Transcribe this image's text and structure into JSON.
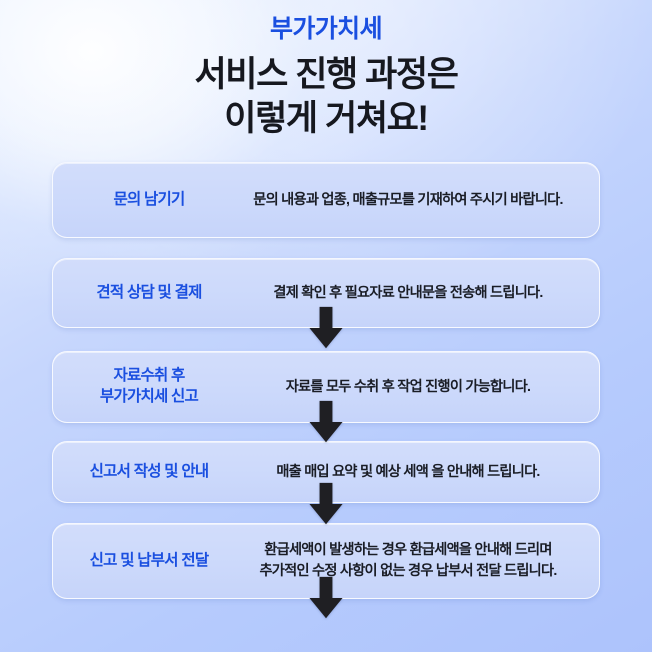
{
  "header": {
    "eyebrow": "부가가치세",
    "heading_line1": "서비스 진행 과정은",
    "heading_line2": "이렇게 거쳐요!"
  },
  "colors": {
    "accent_blue": "#1a4fe0",
    "heading_black": "#16181f",
    "body_text": "#1a1d26",
    "card_fill": "#ccd9fb",
    "card_border": "#ffffff",
    "background_top_right": "#b9cdfd",
    "background_glow": "#ffffff",
    "arrow_fill": "#1f1f23"
  },
  "steps": [
    {
      "label": "문의 남기기",
      "description": "문의 내용과 업종, 매출규모를 기재하여 주시기 바랍니다."
    },
    {
      "label": "견적 상담 및 결제",
      "description": "결제 확인 후 필요자료 안내문을 전송해 드립니다."
    },
    {
      "label": "자료수취 후\n부가가치세 신고",
      "description": "자료를 모두 수취 후 작업 진행이 가능합니다."
    },
    {
      "label": "신고서 작성 및 안내",
      "description": "매출 매입 요약 및 예상 세액 을 안내해 드립니다."
    },
    {
      "label": "신고 및 납부서 전달",
      "description": "환급세액이 발생하는 경우 환급세액을 안내해 드리며\n추가적인 수정 사항이 없는 경우 납부서 전달 드립니다."
    }
  ],
  "connectors": [
    {
      "icon": "arrow-down-icon"
    },
    {
      "icon": "arrow-down-icon"
    },
    {
      "icon": "arrow-down-icon"
    },
    {
      "icon": "arrow-down-icon"
    }
  ]
}
